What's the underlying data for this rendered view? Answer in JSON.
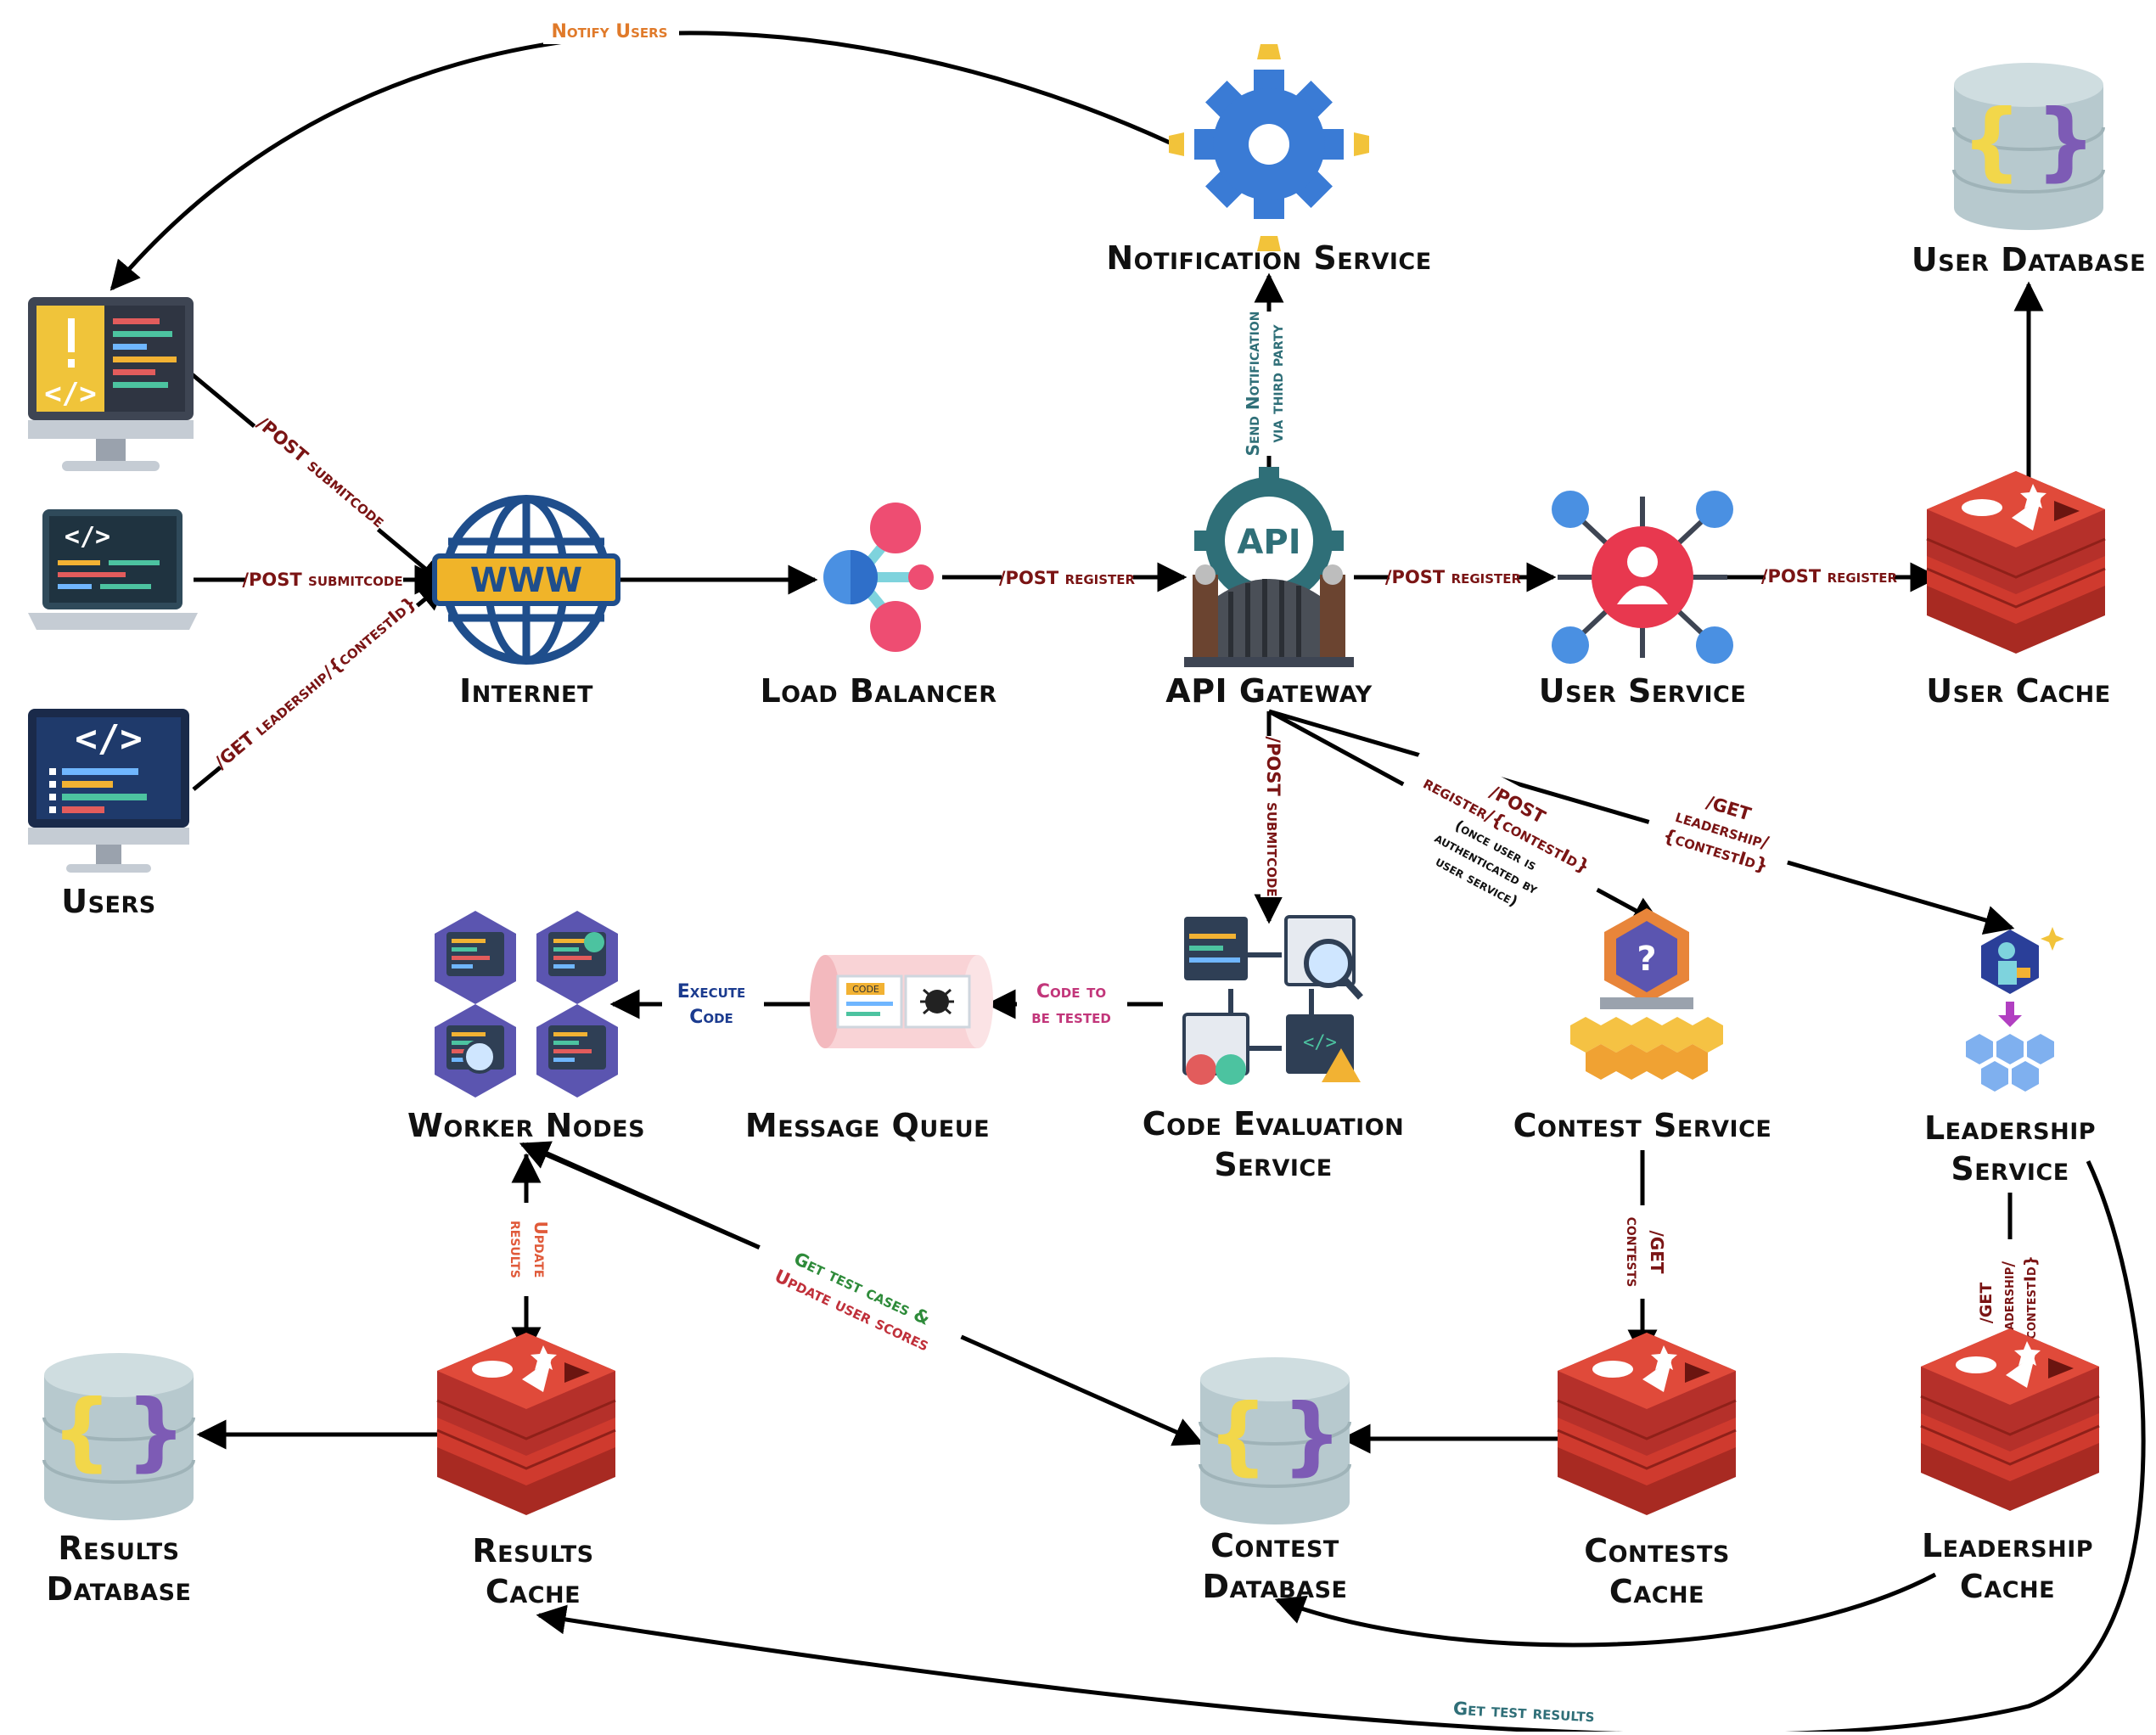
{
  "nodes": {
    "users": {
      "label": "Users"
    },
    "internet": {
      "label": "Internet"
    },
    "load_balancer": {
      "label": "Load Balancer"
    },
    "api_gateway": {
      "label": "API Gateway"
    },
    "user_service": {
      "label": "User Service"
    },
    "user_cache": {
      "label": "User Cache"
    },
    "user_database": {
      "label": "User Database"
    },
    "notification_service": {
      "label": "Notification Service"
    },
    "code_evaluation_service": {
      "label_line1": "Code Evaluation",
      "label_line2": "Service"
    },
    "message_queue": {
      "label": "Message Queue",
      "badge": "CODE"
    },
    "worker_nodes": {
      "label": "Worker Nodes"
    },
    "contest_service": {
      "label": "Contest Service"
    },
    "leadership_service": {
      "label_line1": "Leadership",
      "label_line2": "Service"
    },
    "results_cache": {
      "label_line1": "Results",
      "label_line2": "Cache"
    },
    "results_database": {
      "label_line1": "Results",
      "label_line2": "Database"
    },
    "contest_database": {
      "label_line1": "Contest",
      "label_line2": "Database"
    },
    "contests_cache": {
      "label_line1": "Contests",
      "label_line2": "Cache"
    },
    "leadership_cache": {
      "label_line1": "Leadership",
      "label_line2": "Cache"
    },
    "api_badge": "API"
  },
  "edges": {
    "notify_users": "Notify Users",
    "post_submitcode_desktop": "/POST submitcode",
    "post_submitcode_laptop": "/POST submitcode",
    "get_leadership_users": "/GET leadership/{contestId}",
    "post_register_lb": "/POST register",
    "post_register_gw": "/POST register",
    "post_register_us": "/POST register",
    "send_notification_1": "Send Notification",
    "send_notification_2": "via third party",
    "post_submitcode_gw": "/POST submitcode",
    "register_contest_1": "/POST",
    "register_contest_2": "register/{contestId}",
    "register_contest_3": "(once user is",
    "register_contest_4": "authenticated by",
    "register_contest_5": "user service)",
    "get_leadership_gw_1": "/GET",
    "get_leadership_gw_2": "leadership/",
    "get_leadership_gw_3": "{contestId}",
    "execute_code_1": "Execute",
    "execute_code_2": "Code",
    "code_tested_1": "Code to",
    "code_tested_2": "be tested",
    "update_results_1": "Update",
    "update_results_2": "results",
    "get_test_cases_1": "Get test cases &",
    "get_test_cases_2": "Update user scores",
    "get_contests_1": "/GET",
    "get_contests_2": "contests",
    "get_leadership_cache_1": "/GET",
    "get_leadership_cache_2": "leadership/",
    "get_leadership_cache_3": "{contestId}",
    "get_test_results": "Get test results"
  },
  "colors": {
    "maroon": "#7a1414",
    "orange": "#e07a2a",
    "teal": "#2f6f78",
    "blue": "#1b3b8f",
    "pink": "#c2367a",
    "green": "#2e8b3a",
    "red": "#d03a2a",
    "redis": "#cf3a2e",
    "db": "#b7c9ce"
  }
}
